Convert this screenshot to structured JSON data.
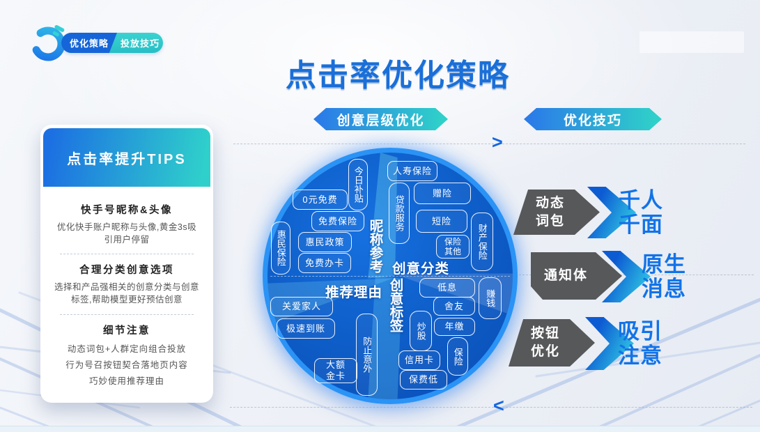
{
  "colors": {
    "accent_blue": "#1a6fd8",
    "teal": "#2fd0cb",
    "circle_fill": "#0f5dc4",
    "circle_ring": "#2a93f5",
    "box_gray": "#57585a",
    "result_text": "#1273e8"
  },
  "header": {
    "pill_left": "优化策略",
    "pill_right": "投放技巧",
    "title": "点击率优化策略"
  },
  "banners": {
    "left": "创意层级优化",
    "right": "优化技巧"
  },
  "loop": {
    "top_arrow": ">",
    "bottom_arrow": "<"
  },
  "tips_card": {
    "title": "点击率提升TIPS",
    "sections": [
      {
        "heading": "快手号昵称&头像",
        "body": "优化快手账户昵称与头像,黄金3s吸引用户停留"
      },
      {
        "heading": "合理分类创意选项",
        "body": "选择和产品强相关的创意分类与创意标签,帮助模型更好预估创意"
      },
      {
        "heading": "细节注意",
        "lines": [
          "动态词包+人群定向组合投放",
          "行为号召按钮契合落地页内容",
          "巧妙使用推荐理由"
        ]
      }
    ]
  },
  "circle": {
    "labels": {
      "tl": "昵称参考",
      "tr": "创意分类",
      "bl": "推荐理由",
      "br": "创意标签"
    },
    "tl_tags": [
      "今日补贴",
      "0元免费",
      "免费保险",
      "惠民政策",
      "免费办卡",
      "惠民保险"
    ],
    "tr_tags": [
      "人寿保险",
      "贷款服务",
      "赠险",
      "短险",
      "保险其他",
      "财产保险"
    ],
    "bl_tags": [
      "关爱家人",
      "极速到账",
      "大额金卡",
      "防止意外"
    ],
    "br_tags": [
      "低息",
      "舍友",
      "年缴",
      "炒股",
      "赚钱",
      "保险",
      "信用卡",
      "保费低"
    ]
  },
  "flow": {
    "rows": [
      {
        "box": "动态\n词包",
        "result": "千人\n千面"
      },
      {
        "box": "通知体",
        "result": "原生\n消息"
      },
      {
        "box": "按钮\n优化",
        "result": "吸引\n注意"
      }
    ]
  }
}
